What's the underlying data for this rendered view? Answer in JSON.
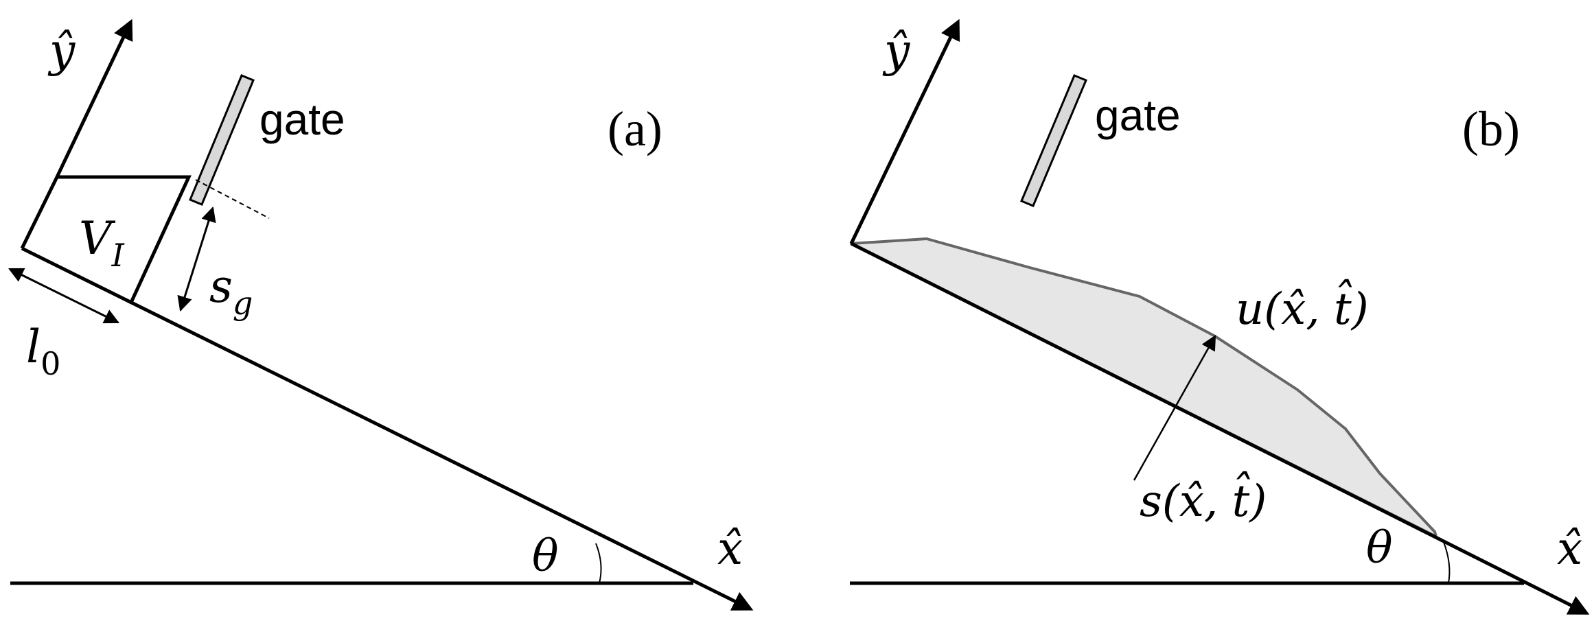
{
  "panel_a": {
    "label": "(a)",
    "gate_label": "gate",
    "axis_y_label": "ŷ",
    "axis_x_label": "x̂",
    "angle_label": "θ",
    "volume_label": "V",
    "volume_sub": "I",
    "length_label": "l",
    "length_sub": "0",
    "gap_label": "s",
    "gap_sub": "g"
  },
  "panel_b": {
    "label": "(b)",
    "gate_label": "gate",
    "axis_y_label": "ŷ",
    "axis_x_label": "x̂",
    "angle_label": "θ",
    "velocity_label": "u(x̂, t̂)",
    "depth_label": "s(x̂, t̂)"
  },
  "colors": {
    "line": "#000000",
    "fill": "#e6e6e6",
    "outline": "#666666",
    "gate_fill": "#d9d9d9"
  }
}
